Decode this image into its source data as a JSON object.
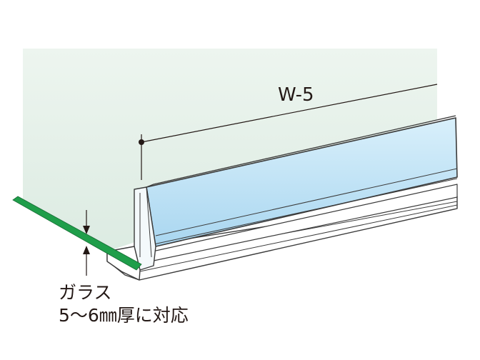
{
  "dimension_label": "W-5",
  "glass_note": {
    "line1": "ガラス",
    "line2": "5～6㎜厚に対応"
  },
  "colors": {
    "glass_panel": "#e8f3ec",
    "profile_fill": "#cfe9f7",
    "profile_stroke": "#3b3b3b",
    "glass_edge": "#1f9e4a",
    "dimension_line": "#231815"
  }
}
